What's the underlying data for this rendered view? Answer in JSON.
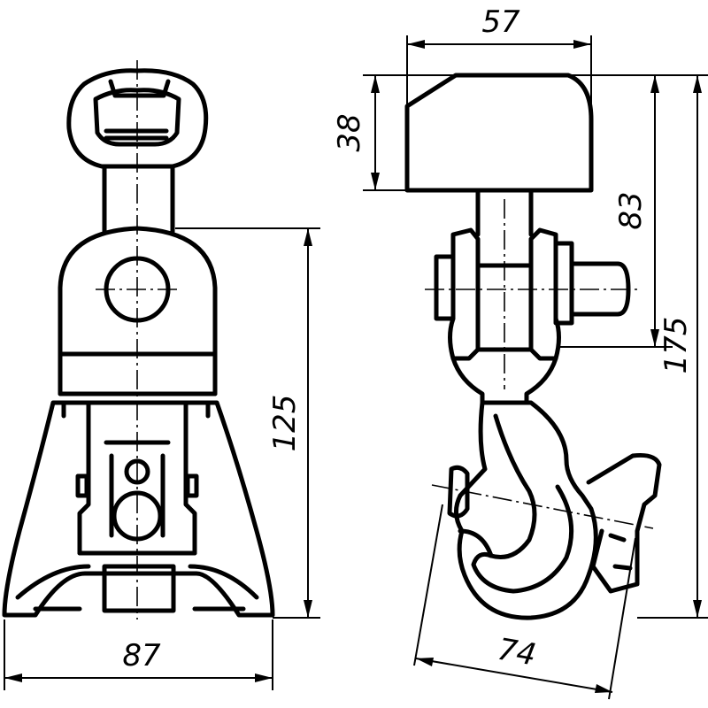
{
  "dimensions": {
    "front_width": "87",
    "front_height": "125",
    "side_top_width": "57",
    "side_top_height": "38",
    "side_mid_height": "83",
    "side_total_height": "175",
    "hook_width": "74"
  }
}
